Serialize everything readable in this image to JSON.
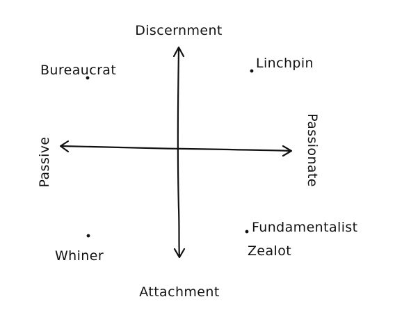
{
  "axes": {
    "top": "Discernment",
    "bottom": "Attachment",
    "left": "Passive",
    "right": "Passionate"
  },
  "points": [
    {
      "label": "Bureaucrat"
    },
    {
      "label": "Linchpin"
    },
    {
      "label": "Whiner"
    },
    {
      "label": "Fundamentalist"
    },
    {
      "label": "Zealot"
    }
  ]
}
